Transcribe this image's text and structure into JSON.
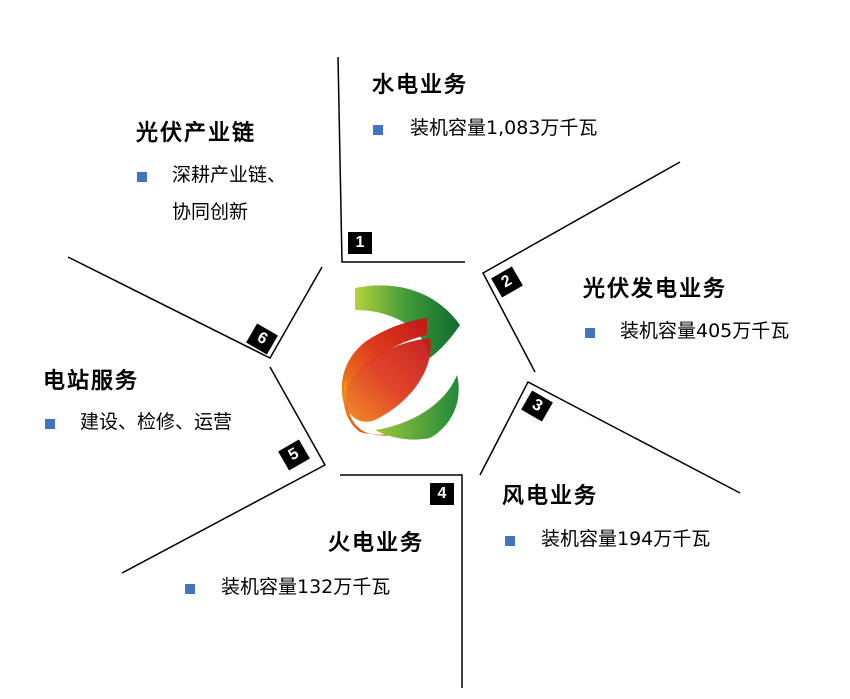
{
  "segments": [
    {
      "number": "1",
      "title": "水电业务",
      "items": [
        "装机容量1,083万千瓦"
      ]
    },
    {
      "number": "2",
      "title": "光伏发电业务",
      "items": [
        "装机容量405万千瓦"
      ]
    },
    {
      "number": "3",
      "title": "风电业务",
      "items": [
        "装机容量194万千瓦"
      ]
    },
    {
      "number": "4",
      "title": "火电业务",
      "items": [
        "装机容量132万千瓦"
      ]
    },
    {
      "number": "5",
      "title": "电站服务",
      "items": [
        "建设、检修、运营"
      ]
    },
    {
      "number": "6",
      "title": "光伏产业链",
      "items": [
        "深耕产业链、",
        "协同创新"
      ]
    }
  ],
  "colors": {
    "bullet": "#4472c4",
    "badge": "#000000",
    "line": "#000000"
  },
  "center_icon": "company-logo-icon"
}
